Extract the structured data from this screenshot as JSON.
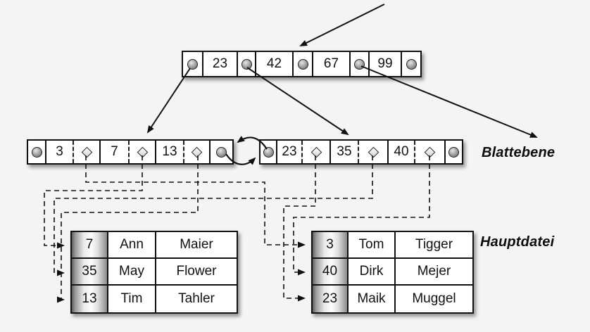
{
  "labels": {
    "leaf_level": "Blattebene",
    "main_file": "Hauptdatei"
  },
  "root_node": {
    "keys": [
      "23",
      "42",
      "67",
      "99"
    ]
  },
  "leaf_nodes": {
    "left": {
      "keys": [
        "3",
        "7",
        "13"
      ]
    },
    "right": {
      "keys": [
        "23",
        "35",
        "40"
      ]
    }
  },
  "tables": {
    "left": {
      "rows": [
        {
          "key": "7",
          "first": "Ann",
          "last": "Maier"
        },
        {
          "key": "35",
          "first": "May",
          "last": "Flower"
        },
        {
          "key": "13",
          "first": "Tim",
          "last": "Tahler"
        }
      ]
    },
    "right": {
      "rows": [
        {
          "key": "3",
          "first": "Tom",
          "last": "Tigger"
        },
        {
          "key": "40",
          "first": "Dirk",
          "last": "Mejer"
        },
        {
          "key": "23",
          "first": "Maik",
          "last": "Muggel"
        }
      ]
    }
  },
  "icons": {
    "pointer": "pointer-circle-icon",
    "record_ref": "record-pointer-diamond-icon"
  },
  "colors": {
    "background": "#f4f4f4",
    "line": "#111111",
    "box_fill": "#ffffff"
  }
}
